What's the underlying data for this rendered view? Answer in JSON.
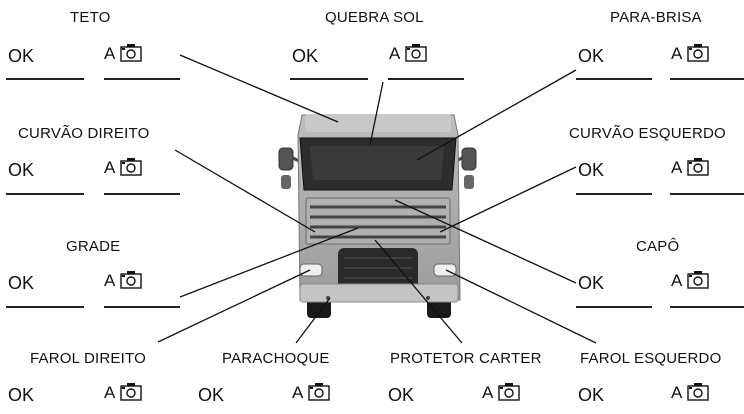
{
  "ok_text": "OK",
  "a_text": "A",
  "icons": {
    "camera": "camera-icon"
  },
  "checkpoints": [
    {
      "id": "teto",
      "label": "TETO"
    },
    {
      "id": "quebra-sol",
      "label": "QUEBRA SOL"
    },
    {
      "id": "para-brisa",
      "label": "PARA-BRISA"
    },
    {
      "id": "curvao-direito",
      "label": "CURVÃO DIREITO"
    },
    {
      "id": "curvao-esquerdo",
      "label": "CURVÃO ESQUERDO"
    },
    {
      "id": "grade",
      "label": "GRADE"
    },
    {
      "id": "capo",
      "label": "CAPÔ"
    },
    {
      "id": "farol-direito",
      "label": "FAROL DIREITO"
    },
    {
      "id": "parachoque",
      "label": "PARACHOQUE"
    },
    {
      "id": "protetor-carter",
      "label": "PROTETOR CARTER"
    },
    {
      "id": "farol-esquerdo",
      "label": "FAROL ESQUERDO"
    }
  ]
}
